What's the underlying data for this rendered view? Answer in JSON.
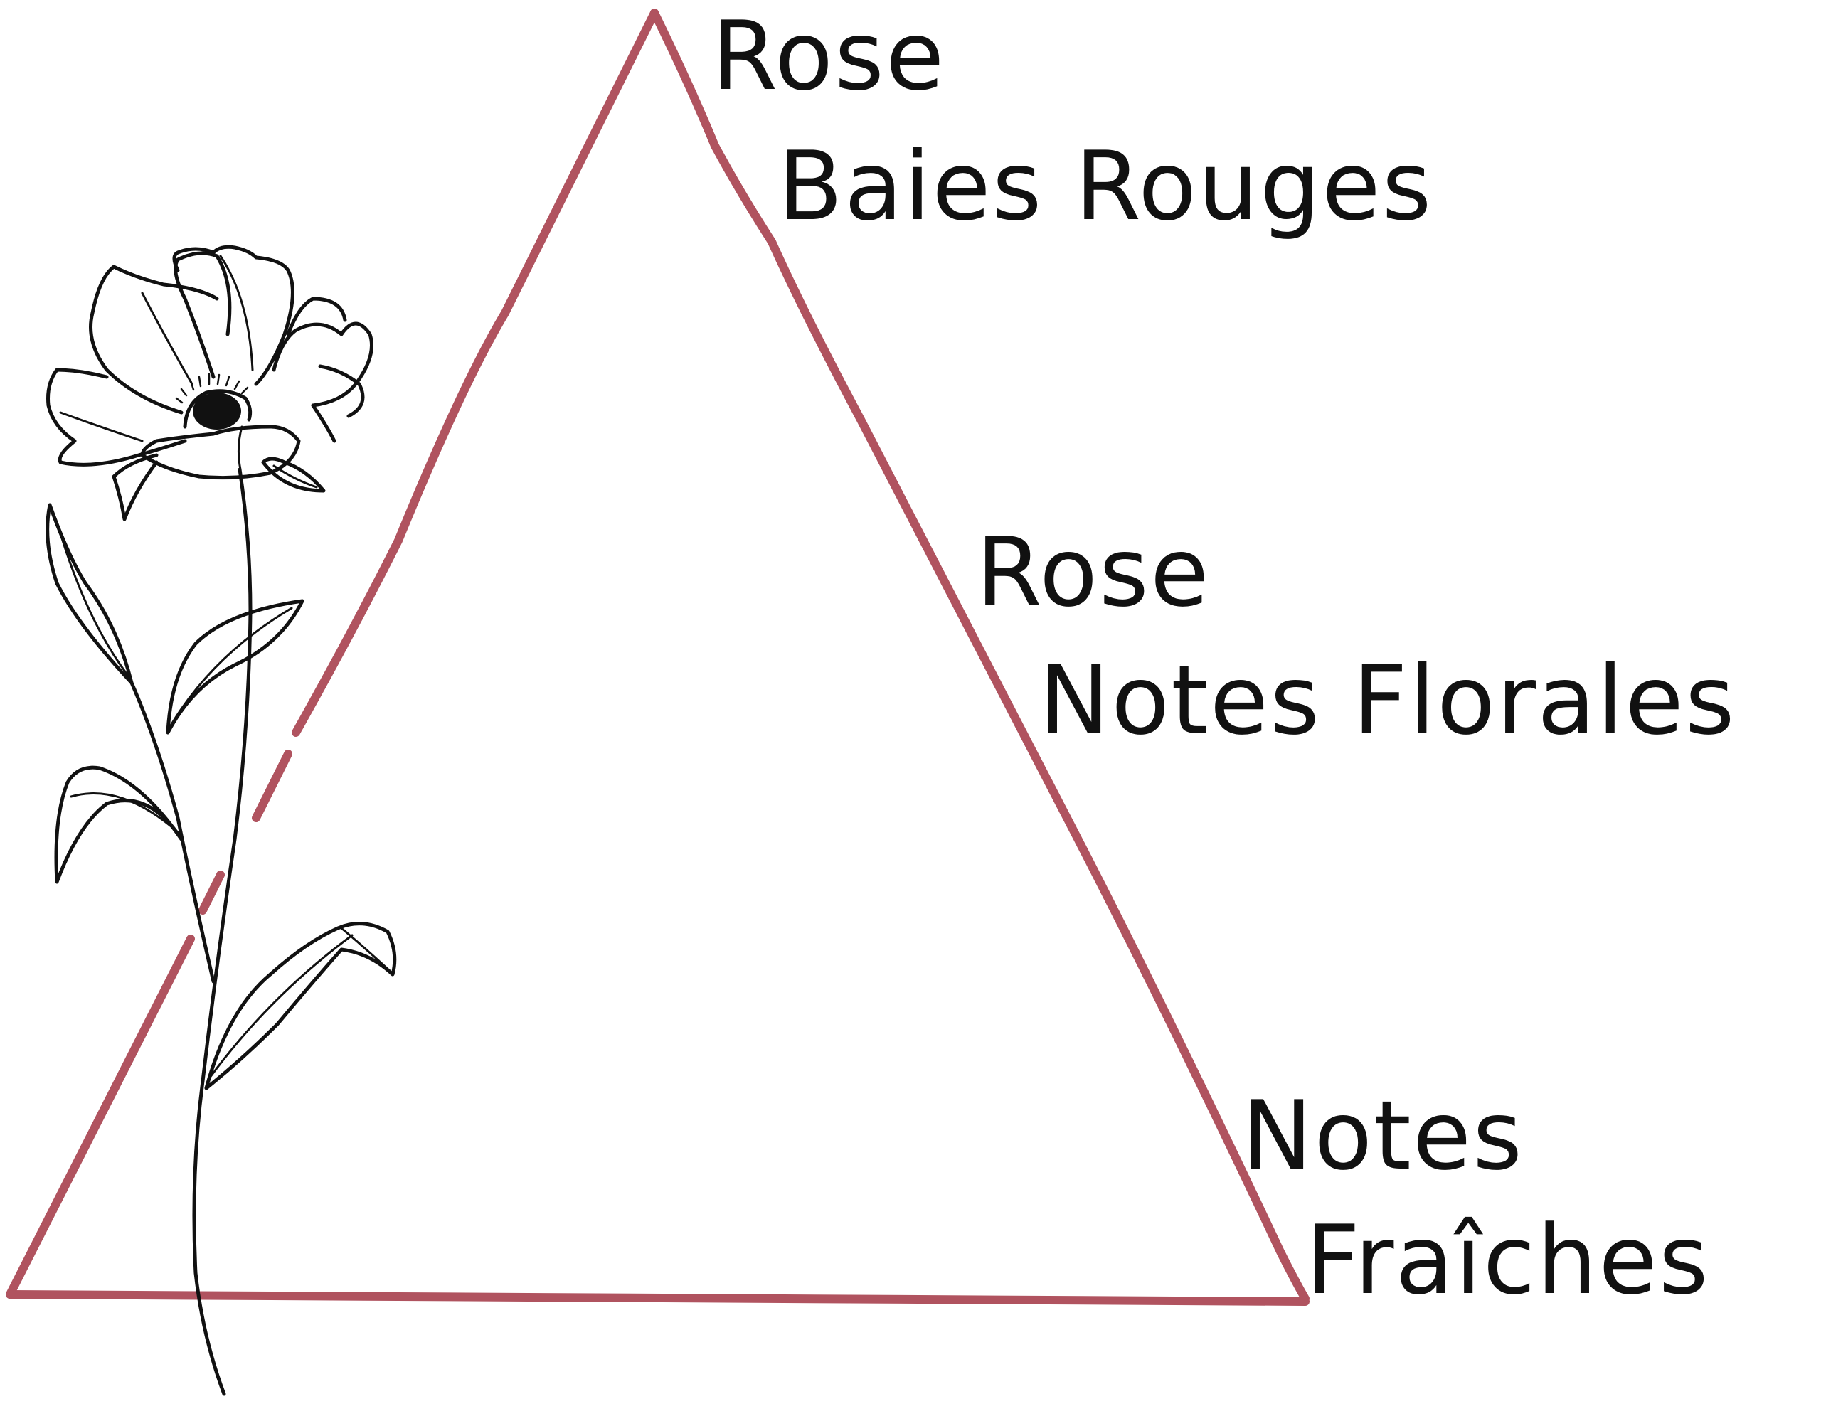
{
  "colors": {
    "pyramid_stroke": "#b0535f",
    "text": "#111111",
    "flower_ink": "#111111",
    "background": "#ffffff"
  },
  "notes": {
    "top": {
      "line1": "Rose",
      "line2": "Baies Rouges"
    },
    "middle": {
      "line1": "Rose",
      "line2": "Notes Florales"
    },
    "base": {
      "line1": "Notes",
      "line2": "Fraîches"
    }
  },
  "illustration": {
    "icon": "flower-drawing-icon",
    "shape": "triangle-outline"
  }
}
